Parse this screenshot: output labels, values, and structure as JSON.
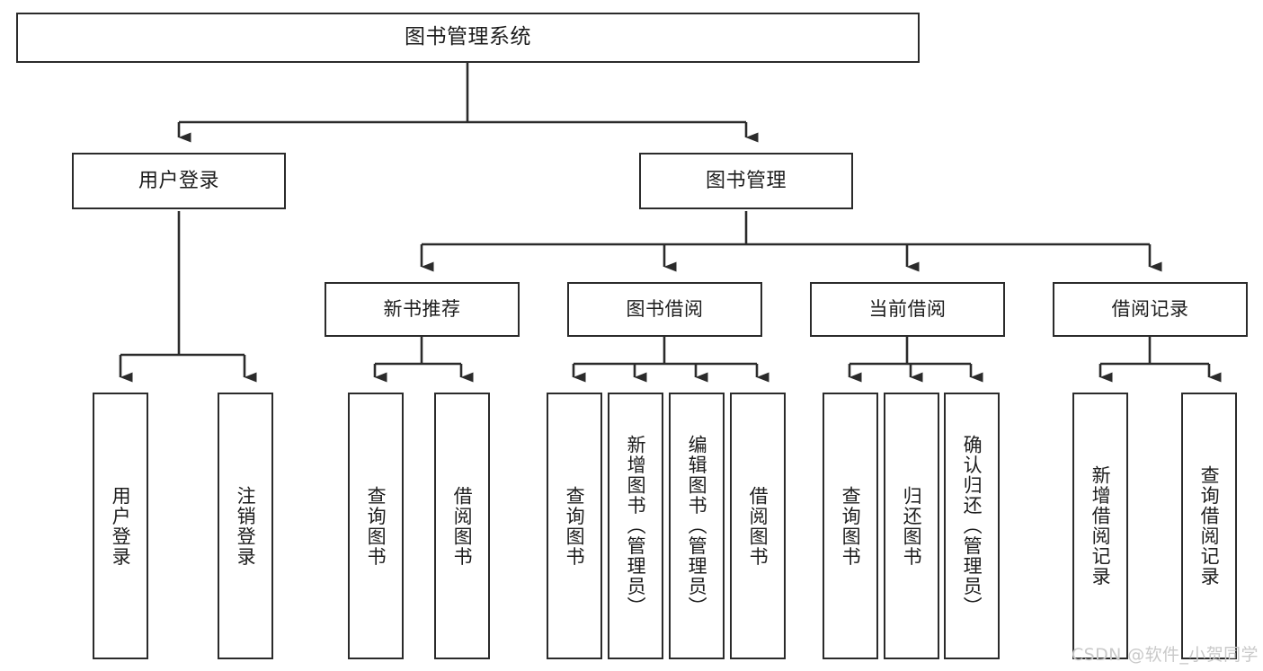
{
  "diagram": {
    "title": "图书管理系统",
    "root": {
      "label": "图书管理系统"
    },
    "level1": [
      {
        "label": "用户登录"
      },
      {
        "label": "图书管理"
      }
    ],
    "level2": [
      {
        "label": "新书推荐"
      },
      {
        "label": "图书借阅"
      },
      {
        "label": "当前借阅"
      },
      {
        "label": "借阅记录"
      }
    ],
    "leaves": [
      {
        "label": "用户登录"
      },
      {
        "label": "注销登录"
      },
      {
        "label": "查询图书"
      },
      {
        "label": "借阅图书"
      },
      {
        "label": "查询图书"
      },
      {
        "label": "新增图书（管理员）"
      },
      {
        "label": "编辑图书（管理员）"
      },
      {
        "label": "借阅图书"
      },
      {
        "label": "查询图书"
      },
      {
        "label": "归还图书"
      },
      {
        "label": "确认归还（管理员）"
      },
      {
        "label": "新增借阅记录"
      },
      {
        "label": "查询借阅记录"
      }
    ]
  },
  "watermark": {
    "text": "CSDN @软件_小贺同学"
  },
  "colors": {
    "border": "#2b2b2b",
    "connector": "#2b2b2b",
    "text": "#1d1d1d",
    "background": "#ffffff",
    "watermark": "#c9c9c9"
  },
  "chart_data": {
    "type": "diagram",
    "title": "图书管理系统",
    "orientation": "top-down tree",
    "nodes": [
      {
        "id": "root",
        "label": "图书管理系统",
        "level": 0
      },
      {
        "id": "n1",
        "label": "用户登录",
        "level": 1
      },
      {
        "id": "n2",
        "label": "图书管理",
        "level": 1
      },
      {
        "id": "n1a",
        "label": "用户登录",
        "level": 2
      },
      {
        "id": "n1b",
        "label": "注销登录",
        "level": 2
      },
      {
        "id": "n2a",
        "label": "新书推荐",
        "level": 2
      },
      {
        "id": "n2b",
        "label": "图书借阅",
        "level": 2
      },
      {
        "id": "n2c",
        "label": "当前借阅",
        "level": 2
      },
      {
        "id": "n2d",
        "label": "借阅记录",
        "level": 2
      },
      {
        "id": "n2a1",
        "label": "查询图书",
        "level": 3
      },
      {
        "id": "n2a2",
        "label": "借阅图书",
        "level": 3
      },
      {
        "id": "n2b1",
        "label": "查询图书",
        "level": 3
      },
      {
        "id": "n2b2",
        "label": "新增图书（管理员）",
        "level": 3
      },
      {
        "id": "n2b3",
        "label": "编辑图书（管理员）",
        "level": 3
      },
      {
        "id": "n2b4",
        "label": "借阅图书",
        "level": 3
      },
      {
        "id": "n2c1",
        "label": "查询图书",
        "level": 3
      },
      {
        "id": "n2c2",
        "label": "归还图书",
        "level": 3
      },
      {
        "id": "n2c3",
        "label": "确认归还（管理员）",
        "level": 3
      },
      {
        "id": "n2d1",
        "label": "新增借阅记录",
        "level": 3
      },
      {
        "id": "n2d2",
        "label": "查询借阅记录",
        "level": 3
      }
    ],
    "edges": [
      {
        "from": "root",
        "to": "n1"
      },
      {
        "from": "root",
        "to": "n2"
      },
      {
        "from": "n1",
        "to": "n1a"
      },
      {
        "from": "n1",
        "to": "n1b"
      },
      {
        "from": "n2",
        "to": "n2a"
      },
      {
        "from": "n2",
        "to": "n2b"
      },
      {
        "from": "n2",
        "to": "n2c"
      },
      {
        "from": "n2",
        "to": "n2d"
      },
      {
        "from": "n2a",
        "to": "n2a1"
      },
      {
        "from": "n2a",
        "to": "n2a2"
      },
      {
        "from": "n2b",
        "to": "n2b1"
      },
      {
        "from": "n2b",
        "to": "n2b2"
      },
      {
        "from": "n2b",
        "to": "n2b3"
      },
      {
        "from": "n2b",
        "to": "n2b4"
      },
      {
        "from": "n2c",
        "to": "n2c1"
      },
      {
        "from": "n2c",
        "to": "n2c2"
      },
      {
        "from": "n2c",
        "to": "n2c3"
      },
      {
        "from": "n2d",
        "to": "n2d1"
      },
      {
        "from": "n2d",
        "to": "n2d2"
      }
    ]
  }
}
